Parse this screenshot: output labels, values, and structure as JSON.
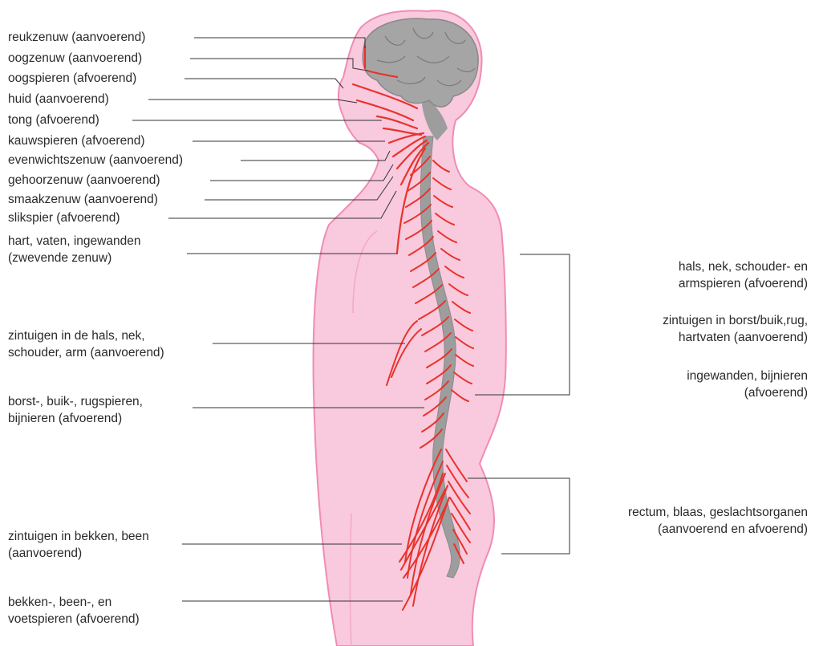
{
  "colors": {
    "body_fill": "#f9c9dd",
    "body_outline": "#f08cb4",
    "brain_fill": "#a5a5a5",
    "spine_fill": "#9d9d9d",
    "nerve": "#e8332b",
    "leader_line": "#333333"
  },
  "left_labels": [
    {
      "line1": "reukzenuw (aanvoerend)"
    },
    {
      "line1": "oogzenuw (aanvoerend)"
    },
    {
      "line1": "oogspieren (afvoerend)"
    },
    {
      "line1": "huid (aanvoerend)"
    },
    {
      "line1": "tong (afvoerend)"
    },
    {
      "line1": "kauwspieren (afvoerend)"
    },
    {
      "line1": "evenwichtszenuw (aanvoerend)"
    },
    {
      "line1": "gehoorzenuw (aanvoerend)"
    },
    {
      "line1": "smaakzenuw (aanvoerend)"
    },
    {
      "line1": "slikspier (afvoerend)"
    },
    {
      "line1": "hart, vaten, ingewanden",
      "line2": "(zwevende zenuw)"
    },
    {
      "line1": "zintuigen in de hals, nek,",
      "line2": "schouder, arm (aanvoerend)"
    },
    {
      "line1": "borst-, buik-, rugspieren,",
      "line2": "bijnieren (afvoerend)"
    },
    {
      "line1": "zintuigen in bekken, been",
      "line2": "(aanvoerend)"
    },
    {
      "line1": "bekken-, been-, en",
      "line2": "voetspieren (afvoerend)"
    }
  ],
  "right_labels": [
    {
      "line1": "hals, nek, schouder- en",
      "line2": "armspieren (afvoerend)"
    },
    {
      "line1": "zintuigen in borst/buik,rug,",
      "line2": "hartvaten (aanvoerend)"
    },
    {
      "line1": "ingewanden, bijnieren",
      "line2": "(afvoerend)"
    },
    {
      "line1": "rectum, blaas, geslachtsorganen",
      "line2": "(aanvoerend en afvoerend)"
    }
  ]
}
